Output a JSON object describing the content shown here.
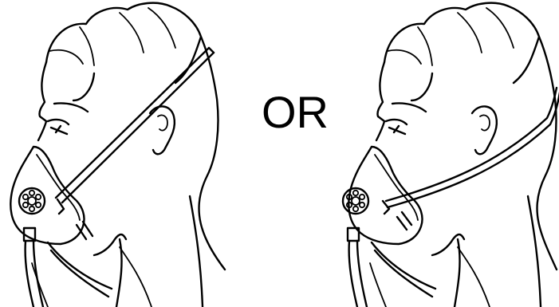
{
  "separator_text": "OR",
  "panels": [
    {
      "id": "left",
      "strap_style": "diagonal-over-crown"
    },
    {
      "id": "right",
      "strap_style": "around-back-of-head"
    }
  ],
  "colors": {
    "line": "#000000",
    "background": "#ffffff"
  }
}
